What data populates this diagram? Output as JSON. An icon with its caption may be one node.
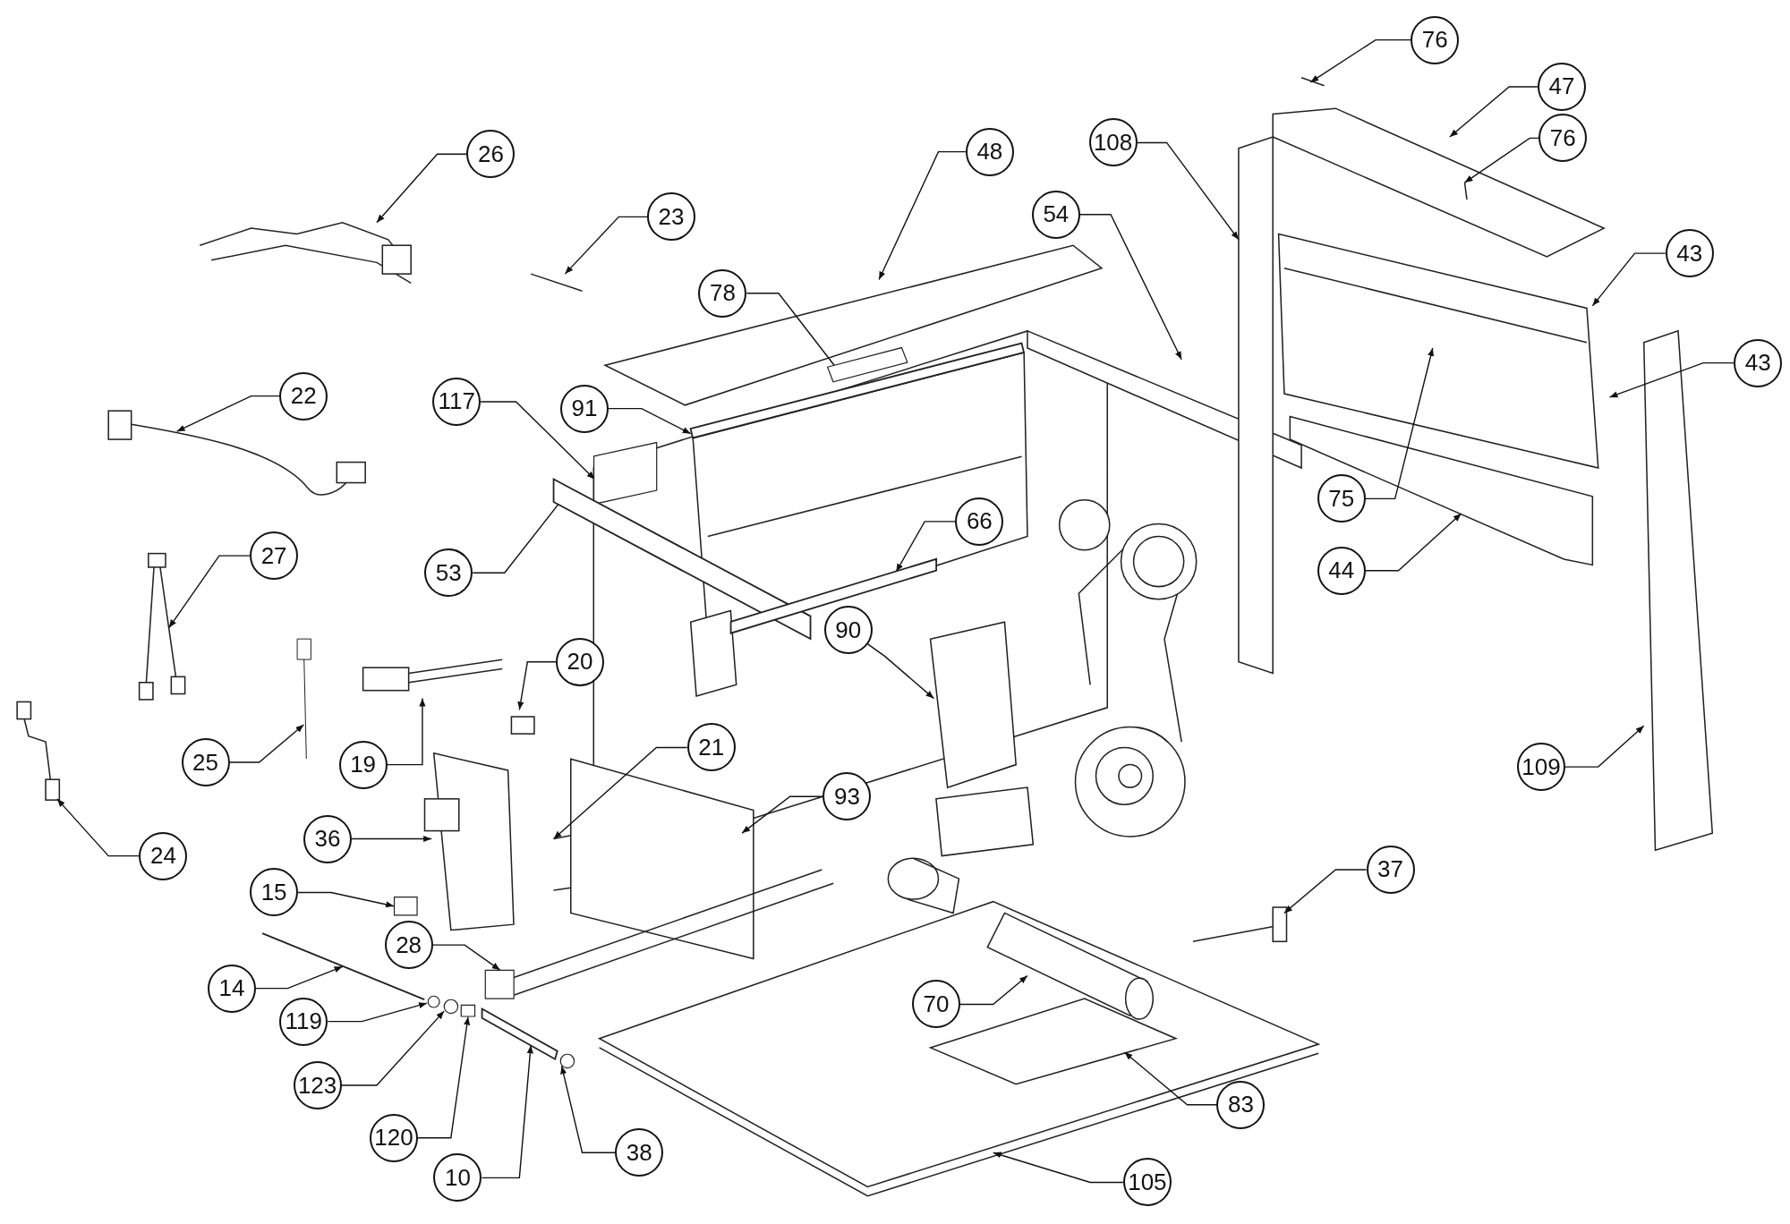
{
  "diagram": {
    "nodes": [
      {
        "text": [
          "76"
        ]
      },
      {
        "text": [
          "47"
        ]
      },
      {
        "text": [
          "76"
        ]
      },
      {
        "text": [
          "48"
        ]
      },
      {
        "text": [
          "26"
        ]
      },
      {
        "text": [
          "108"
        ]
      },
      {
        "text": [
          "54"
        ]
      },
      {
        "text": [
          "23"
        ]
      },
      {
        "text": [
          "43"
        ]
      },
      {
        "text": [
          "78"
        ]
      },
      {
        "text": [
          "43"
        ]
      },
      {
        "text": [
          "22"
        ]
      },
      {
        "text": [
          "117"
        ]
      },
      {
        "text": [
          "91"
        ]
      },
      {
        "text": [
          "75"
        ]
      },
      {
        "text": [
          "44"
        ]
      },
      {
        "text": [
          "66"
        ]
      },
      {
        "text": [
          "53"
        ]
      },
      {
        "text": [
          "27"
        ]
      },
      {
        "text": [
          "90"
        ]
      },
      {
        "text": [
          "20"
        ]
      },
      {
        "text": [
          "21"
        ]
      },
      {
        "text": [
          "25"
        ]
      },
      {
        "text": [
          "19"
        ]
      },
      {
        "text": [
          "109"
        ]
      },
      {
        "text": [
          "93"
        ]
      },
      {
        "text": [
          "36"
        ]
      },
      {
        "text": [
          "24"
        ]
      },
      {
        "text": [
          "37"
        ]
      },
      {
        "text": [
          "15"
        ]
      },
      {
        "text": [
          "28"
        ]
      },
      {
        "text": [
          "14"
        ]
      },
      {
        "text": [
          "70"
        ]
      },
      {
        "text": [
          "119"
        ]
      },
      {
        "text": [
          "83"
        ]
      },
      {
        "text": [
          "123"
        ]
      },
      {
        "text": [
          "120"
        ]
      },
      {
        "text": [
          "10"
        ]
      },
      {
        "text": [
          "38"
        ]
      },
      {
        "text": [
          "105"
        ]
      },
      {
        "text": [],
        "shape": "bar"
      },
      {
        "text": [],
        "shape": "box"
      },
      {
        "text": [],
        "shape": "box"
      },
      {
        "text": [],
        "shape": "bar"
      },
      {
        "text": [],
        "shape": "bar"
      },
      {
        "text": [],
        "shape": "picture"
      },
      {
        "text": [],
        "shape": "box"
      },
      {
        "text": [],
        "shape": "bar"
      },
      {
        "text": [],
        "shape": "box"
      },
      {
        "text": [],
        "shape": "circle"
      },
      {
        "text": [],
        "shape": "circle"
      },
      {
        "text": [],
        "shape": "box"
      },
      {
        "text": [],
        "shape": "bar"
      },
      {
        "text": [],
        "shape": "circle"
      }
    ],
    "edges": [
      {
        "from": 0,
        "to": null,
        "arrow": "to"
      },
      {
        "from": 1,
        "to": null,
        "arrow": "to"
      },
      {
        "from": 2,
        "to": null,
        "arrow": "to"
      },
      {
        "from": 3,
        "to": null,
        "arrow": "to"
      },
      {
        "from": 4,
        "to": null,
        "arrow": "to"
      },
      {
        "from": 5,
        "to": null,
        "arrow": "to"
      },
      {
        "from": 6,
        "to": null,
        "arrow": "to"
      },
      {
        "from": 7,
        "to": null,
        "arrow": "to"
      },
      {
        "from": 8,
        "to": null,
        "arrow": "to"
      },
      {
        "from": 9,
        "to": 41,
        "arrow": "to"
      },
      {
        "from": 10,
        "to": null,
        "arrow": "to"
      },
      {
        "from": 11,
        "to": null,
        "arrow": "to"
      },
      {
        "from": 12,
        "to": 42,
        "arrow": "to"
      },
      {
        "from": 13,
        "to": 40,
        "arrow": "to"
      },
      {
        "from": 14,
        "to": null,
        "arrow": "to"
      },
      {
        "from": 15,
        "to": null,
        "arrow": "to"
      },
      {
        "from": 16,
        "to": 44,
        "arrow": "to"
      },
      {
        "from": 17,
        "to": 43,
        "arrow": "to"
      },
      {
        "from": 18,
        "to": null,
        "arrow": "to"
      },
      {
        "from": 19,
        "to": null,
        "arrow": "to"
      },
      {
        "from": 20,
        "to": null,
        "arrow": "to"
      },
      {
        "from": 21,
        "to": null,
        "arrow": "to"
      },
      {
        "from": 22,
        "to": 45,
        "arrow": "to"
      },
      {
        "from": 23,
        "to": null,
        "arrow": "to"
      },
      {
        "from": 24,
        "to": null,
        "arrow": "to"
      },
      {
        "from": 25,
        "to": null,
        "arrow": "to"
      },
      {
        "from": 26,
        "to": null,
        "arrow": "to"
      },
      {
        "from": 27,
        "to": null,
        "arrow": "to"
      },
      {
        "from": 28,
        "to": null,
        "arrow": "to"
      },
      {
        "from": 29,
        "to": 46,
        "arrow": "to"
      },
      {
        "from": 30,
        "to": 48,
        "arrow": "to"
      },
      {
        "from": 31,
        "to": 47,
        "arrow": "to"
      },
      {
        "from": 32,
        "to": null,
        "arrow": "to"
      },
      {
        "from": 33,
        "to": 49,
        "arrow": "to"
      },
      {
        "from": 34,
        "to": null,
        "arrow": "to"
      },
      {
        "from": 35,
        "to": 50,
        "arrow": "to"
      },
      {
        "from": 36,
        "to": 51,
        "arrow": "to"
      },
      {
        "from": 37,
        "to": 52,
        "arrow": "to"
      },
      {
        "from": 38,
        "to": 53,
        "arrow": "to"
      },
      {
        "from": 39,
        "to": null,
        "arrow": "to"
      }
    ]
  }
}
